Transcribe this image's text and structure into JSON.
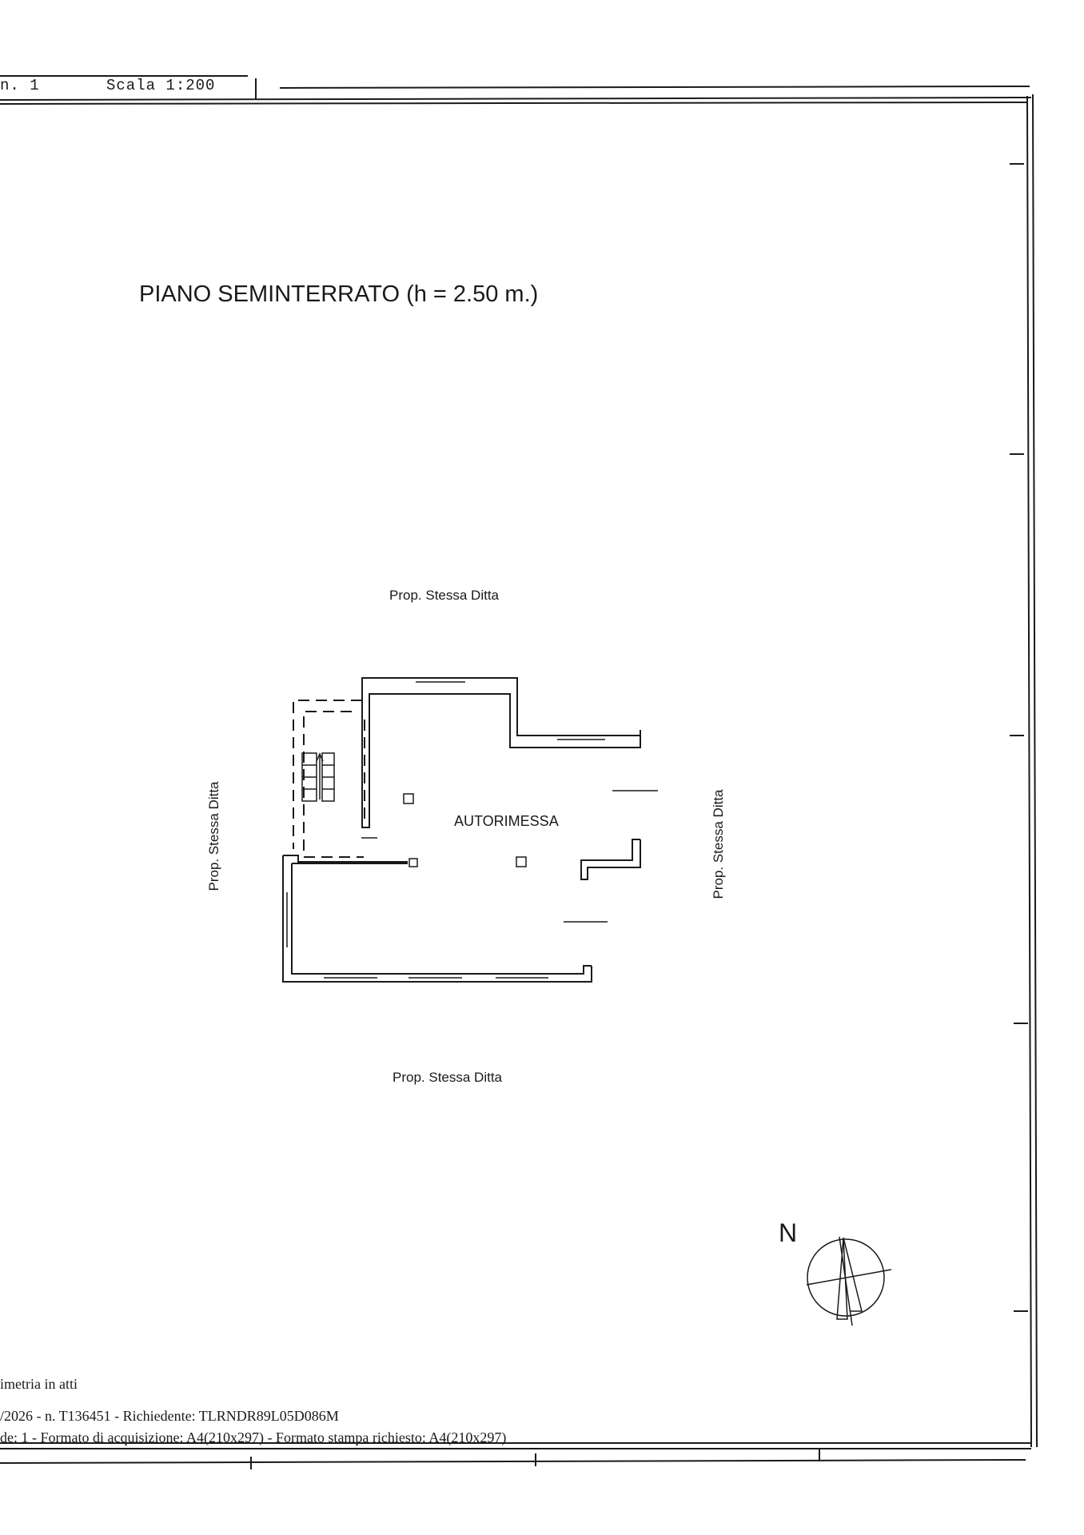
{
  "header": {
    "sheet": "n. 1",
    "scale": "Scala 1:200"
  },
  "plan": {
    "title": "PIANO SEMINTERRATO (h = 2.50 m.)",
    "room_label": "AUTORIMESSA",
    "neighbors": {
      "top": "Prop. Stessa Ditta",
      "bottom": "Prop. Stessa Ditta",
      "left": "Prop. Stessa Ditta",
      "right": "Prop. Stessa Ditta"
    }
  },
  "compass": {
    "label": "N"
  },
  "footer": {
    "line1": "imetria in atti",
    "line2": "/2026 - n. T136451 - Richiedente: TLRNDR89L05D086M",
    "line3": "de: 1 - Formato di acquisizione: A4(210x297) - Formato stampa richiesto: A4(210x297)"
  }
}
